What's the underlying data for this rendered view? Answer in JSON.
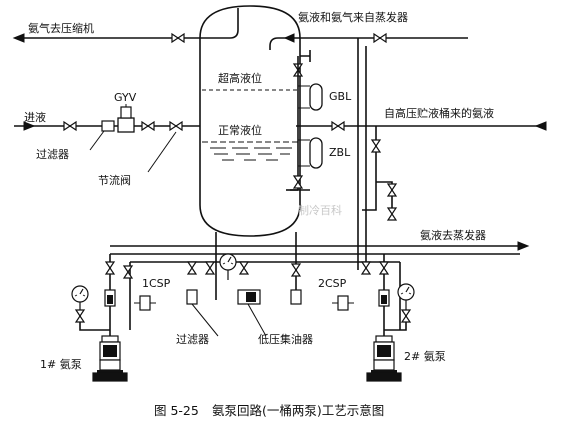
{
  "labels": {
    "ammonia_gas_to_compressor": "氨气去压缩机",
    "liquid_and_gas_from_evaporator": "氨液和氨气来自蒸发器",
    "liquid_inlet": "进液",
    "gyv": "GYV",
    "filter_left": "过滤器",
    "throttle_valve": "节流阀",
    "super_high_level": "超高液位",
    "normal_level": "正常液位",
    "gbl": "GBL",
    "zbl": "ZBL",
    "from_high_pressure_receiver": "自高压贮液桶来的氨液",
    "liquid_to_evaporator": "氨液去蒸发器",
    "csp1": "1CSP",
    "csp2": "2CSP",
    "filter_bottom": "过滤器",
    "low_pressure_oil_collector": "低压集油器",
    "pump1": "1# 氨泵",
    "pump2": "2# 氨泵",
    "watermark": "制冷百科"
  },
  "caption": {
    "number": "图 5-25",
    "title": "氨泵回路(一桶两泵)工艺示意图"
  }
}
